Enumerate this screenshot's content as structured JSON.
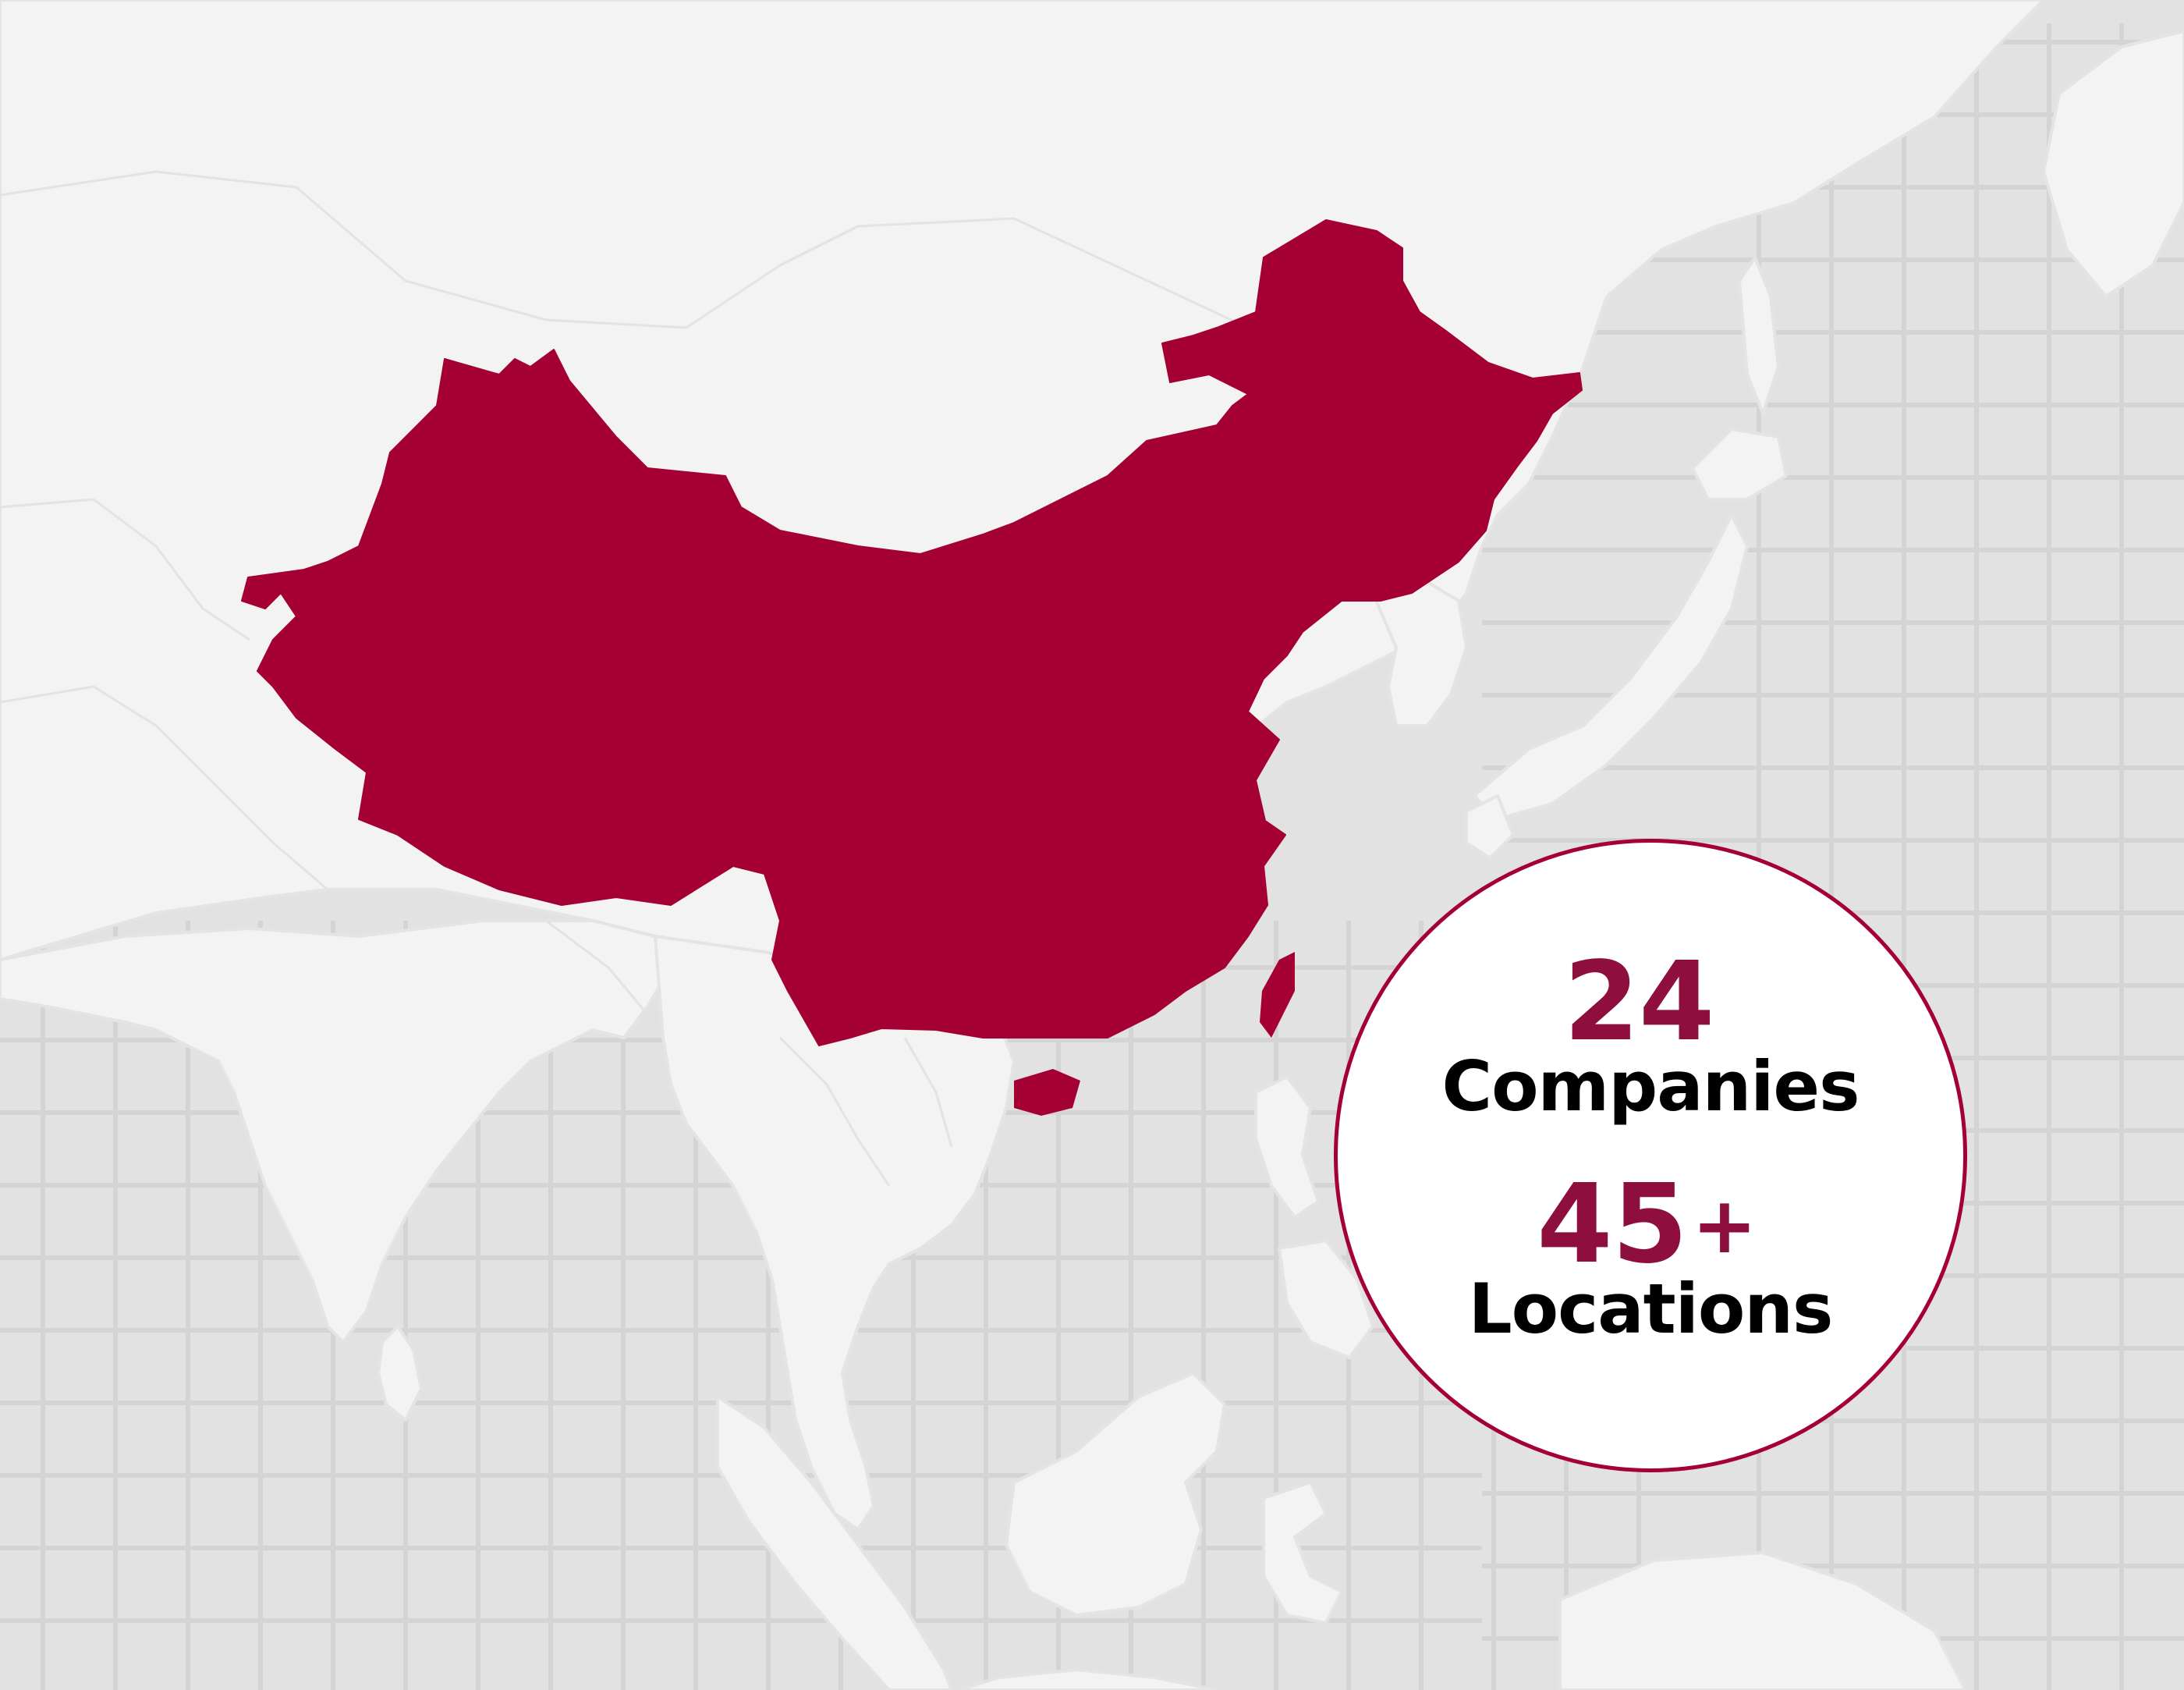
{
  "colors": {
    "background": "#e2e2e2",
    "land": "#f3f3f3",
    "land_border": "#e4e4e4",
    "grid": "#d4d4d4",
    "highlight": "#a50034",
    "stat_number": "#8e0f3e",
    "stat_label": "#000000",
    "circle_fill": "#ffffff",
    "circle_border": "#a50034"
  },
  "map": {
    "highlighted_country": "China"
  },
  "stats": {
    "companies_number": "24",
    "companies_label": "Companies",
    "locations_number": "45",
    "locations_suffix": "+",
    "locations_label": "Locations"
  }
}
